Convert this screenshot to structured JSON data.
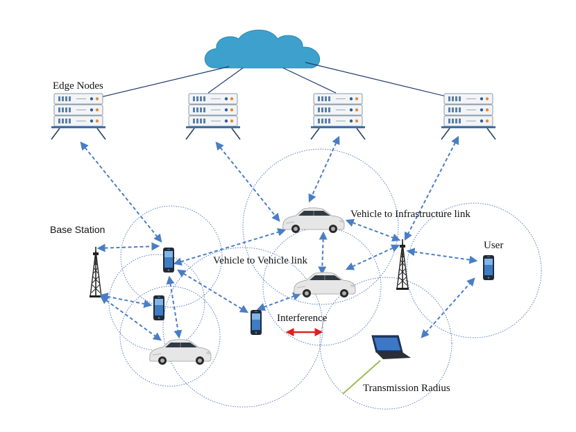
{
  "labels": {
    "edge_nodes": "Edge Nodes",
    "base_station": "Base Station",
    "v2i_link": "Vehicle to Infrastructure link",
    "user": "User",
    "v2v_link": "Vehicle to Vehicle link",
    "interference": "Interference",
    "transmission_radius": "Transmission Radius"
  },
  "colors": {
    "cloud": "#3EA0CC",
    "link_arrow": "#4A7EC4",
    "coverage_circle": "#4A72B8",
    "interference_arrow": "#E02020",
    "radius_line": "#9BBB55",
    "server": "#7A8A9A",
    "car_body": "#E6E6E6",
    "phone": "#1E2B3A",
    "tower": "#222222"
  },
  "icons": [
    "cloud-icon",
    "server-rack-icon",
    "cell-tower-icon",
    "smartphone-icon",
    "car-icon",
    "laptop-icon"
  ]
}
